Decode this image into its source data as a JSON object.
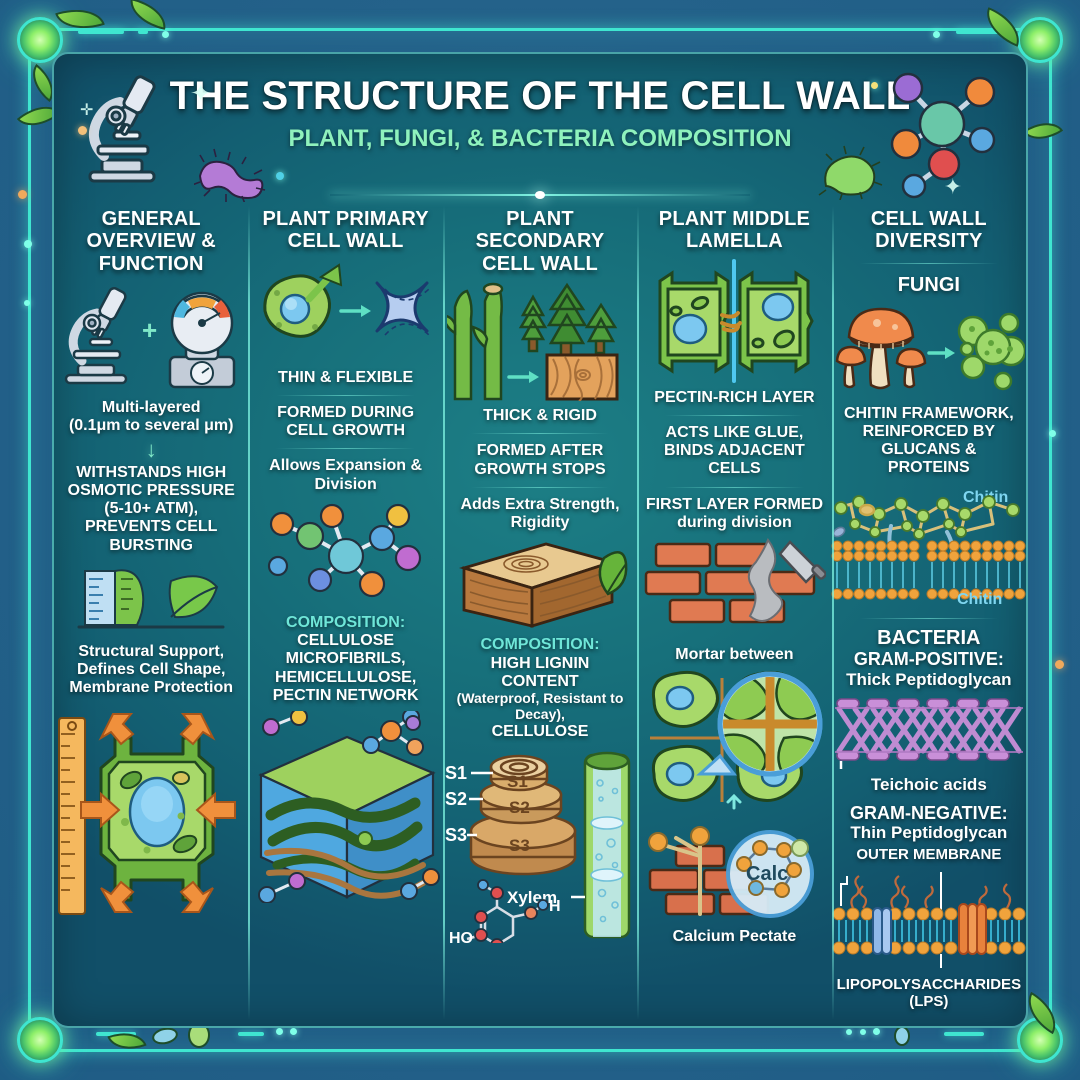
{
  "header": {
    "title": "THE STRUCTURE OF THE CELL WALL",
    "subtitle": "PLANT, FUNGI, & BACTERIA COMPOSITION",
    "icons": [
      "microscope-icon",
      "bacteria-icon",
      "molecule-icon",
      "sparkle-icon"
    ]
  },
  "colors": {
    "background_outer": "#24628a",
    "panel_teal": "#17707b",
    "frame_accent": "#3fe6d0",
    "title_white": "#ffffff",
    "subtitle_green": "#8ff2bd",
    "composition_accent": "#6fe6d8",
    "label_cyan": "#7fd6f0"
  },
  "columns": [
    {
      "title": "GENERAL OVERVIEW & FUNCTION",
      "blocks": [
        {
          "style": "norm",
          "text": "Multi-layered"
        },
        {
          "style": "norm",
          "text": "(0.1μm to several μm)"
        },
        {
          "style": "arrow",
          "text": "↓"
        },
        {
          "style": "caps",
          "text": "WITHSTANDS HIGH OSMOTIC PRESSURE (5-10+ atm), PREVENTS CELL BURSTING"
        },
        {
          "style": "norm",
          "text": "Structural Support, Defines Cell Shape, Membrane Protection"
        }
      ],
      "art": [
        "microscope-plus-gauge-icon",
        "ruler-leaf-icon",
        "ruler-plant-cell-arrows-icon"
      ]
    },
    {
      "title": "PLANT PRIMARY CELL WALL",
      "blocks": [
        {
          "style": "caps",
          "text": "THIN & FLEXIBLE"
        },
        {
          "style": "caps",
          "text": "FORMED DURING CELL GROWTH"
        },
        {
          "style": "norm",
          "text": "Allows Expansion & Division"
        },
        {
          "style": "accent",
          "text": "COMPOSITION:"
        },
        {
          "style": "caps",
          "text": "CELLULOSE MICROFIBRILS, HEMICELLULOSE, PECTIN NETWORK"
        }
      ],
      "art": [
        "round-cell-to-angular-cell-icon",
        "molecule-icon",
        "cellulose-microfibril-block-icon"
      ]
    },
    {
      "title": "PLANT SECONDARY CELL WALL",
      "blocks": [
        {
          "style": "caps",
          "text": "THICK & RIGID"
        },
        {
          "style": "caps",
          "text": "FORMED AFTER GROWTH STOPS"
        },
        {
          "style": "norm",
          "text": "Adds Extra Strength, Rigidity"
        },
        {
          "style": "accent",
          "text": "COMPOSITION:"
        },
        {
          "style": "caps",
          "text": "HIGH LIGNIN CONTENT"
        },
        {
          "style": "small",
          "text": "(Waterproof, Resistant to Decay),"
        },
        {
          "style": "caps",
          "text": "CELLULOSE"
        }
      ],
      "art": [
        "bamboo-trees-wood-icon",
        "wood-block-leaf-icon",
        "s-layers-diagram-icon",
        "lignin-molecule-icon",
        "xylem-tube-icon"
      ],
      "labels": [
        "S1",
        "S2",
        "S3",
        "Xylem",
        "HO",
        "H"
      ]
    },
    {
      "title": "PLANT MIDDLE LAMELLA",
      "blocks": [
        {
          "style": "caps",
          "text": "PECTIN-RICH LAYER"
        },
        {
          "style": "caps",
          "text": "ACTS LIKE GLUE, BINDS ADJACENT CELLS"
        },
        {
          "style": "caps",
          "text": "FIRST LAYER FORMED"
        },
        {
          "style": "norm",
          "text": "during division"
        },
        {
          "style": "norm",
          "text": "Mortar between"
        },
        {
          "style": "norm",
          "text": "Calcium Pectate"
        }
      ],
      "art": [
        "two-joined-cells-icon",
        "brick-mortar-trowel-icon",
        "four-cells-magnifier-icon",
        "brick-calcium-molecule-icon"
      ],
      "labels": [
        "Calc"
      ]
    },
    {
      "title": "CELL WALL DIVERSITY",
      "sections": [
        {
          "heading": "FUNGI",
          "blocks": [
            {
              "style": "caps",
              "text": "CHITIN FRAMEWORK, REINFORCED BY GLUCANS & PROTEINS"
            }
          ],
          "labels": [
            "Chitin",
            "Chitin"
          ],
          "art": [
            "mushroom-to-yeast-cells-icon",
            "chitin-membrane-bilayer-icon"
          ]
        },
        {
          "heading": "BACTERIA",
          "blocks": [
            {
              "style": "caps",
              "text": "GRAM-POSITIVE:"
            },
            {
              "style": "norm",
              "text": "Thick Peptidoglycan"
            },
            {
              "style": "norm",
              "text": "Teichoic acids"
            },
            {
              "style": "caps",
              "text": "GRAM-NEGATIVE:"
            },
            {
              "style": "norm",
              "text": "Thin Peptidoglycan"
            },
            {
              "style": "caps",
              "text": "OUTER MEMBRANE"
            },
            {
              "style": "caps",
              "text": "LIPOPOLYSACCHARIDES (LPS)"
            }
          ],
          "art": [
            "peptidoglycan-mesh-icon",
            "gram-negative-membrane-icon"
          ]
        }
      ]
    }
  ]
}
